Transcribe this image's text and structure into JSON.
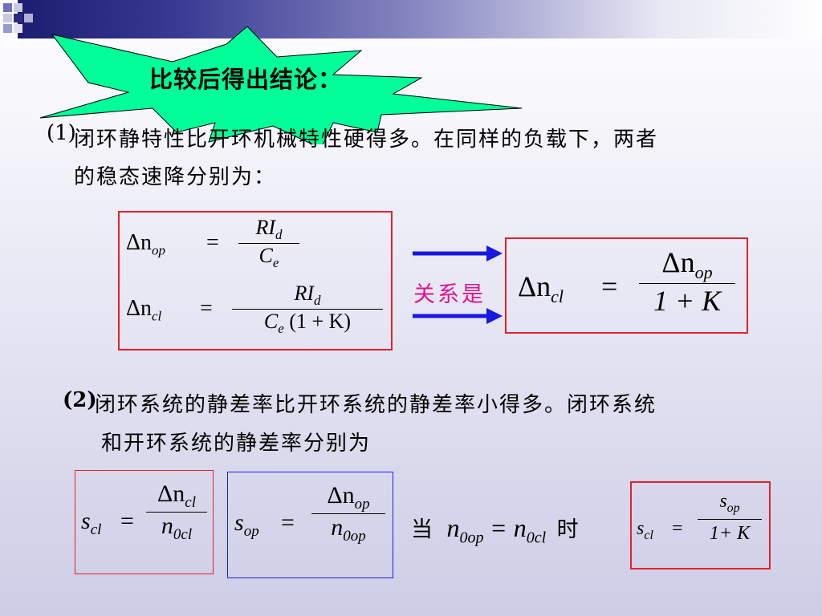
{
  "colors": {
    "star_fill": "#00ff99",
    "box_red": "#e8202a",
    "box_blue": "#2020e0",
    "arrow_blue": "#1818e0",
    "label_magenta": "#e0158a"
  },
  "burst": {
    "title": "比较后得出结论："
  },
  "point1": {
    "num": "(1)",
    "line1": "闭环静特性比开环机械特性硬得多。在同样的负载下，两者",
    "line2": "的稳态速降分别为："
  },
  "box1": {
    "eq1": {
      "lhs_sym": "Δn",
      "lhs_sub": "op",
      "eq": "=",
      "num": "RI",
      "num_sub": "d",
      "den": "C",
      "den_sub": "e"
    },
    "eq2": {
      "lhs_sym": "Δn",
      "lhs_sub": "cl",
      "eq": "=",
      "num": "RI",
      "num_sub": "d",
      "den_c": "C",
      "den_sub": "e",
      "den_rest": "(1 + K)"
    }
  },
  "relation_label": "关系是",
  "box2": {
    "lhs_sym": "Δn",
    "lhs_sub": "cl",
    "eq": "=",
    "num_sym": "Δn",
    "num_sub": "op",
    "den": "1 + K"
  },
  "point2": {
    "num": "(2)",
    "line1": "闭环系统的静差率比开环系统的静差率小得多。闭环系统",
    "line2": "和开环系统的静差率分别为"
  },
  "box3": {
    "lhs": "s",
    "lhs_sub": "cl",
    "eq": "=",
    "num_sym": "Δn",
    "num_sub": "cl",
    "den": "n",
    "den_sub": "0cl"
  },
  "box4": {
    "lhs": "s",
    "lhs_sub": "op",
    "eq": "=",
    "num_sym": "Δn",
    "num_sub": "op",
    "den": "n",
    "den_sub": "0op"
  },
  "condition": {
    "when": "当",
    "a": "n",
    "a_sub": "0op",
    "eq": "=",
    "b": "n",
    "b_sub": "0cl",
    "then": "时"
  },
  "box5": {
    "lhs": "s",
    "lhs_sub": "cl",
    "eq": "=",
    "num": "s",
    "num_sub": "op",
    "den": "1+ K"
  }
}
